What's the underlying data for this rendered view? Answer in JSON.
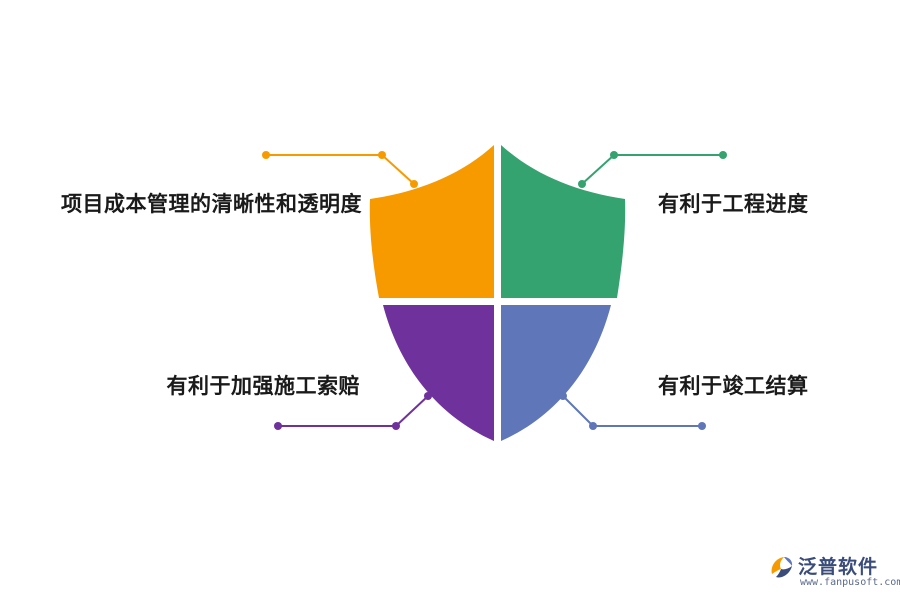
{
  "quadrants": [
    {
      "id": "top-left",
      "label": "项目成本管理的清晰性和透明度",
      "color": "#F79A00"
    },
    {
      "id": "top-right",
      "label": "有利于工程进度",
      "color": "#34A36F"
    },
    {
      "id": "bottom-left",
      "label": "有利于加强施工索赔",
      "color": "#6F319C"
    },
    {
      "id": "bottom-right",
      "label": "有利于竣工结算",
      "color": "#5F77B9"
    }
  ],
  "logo": {
    "brand": "泛普软件",
    "url": "www.fanpusoft.com",
    "icon": "fanpu-logo-icon"
  }
}
